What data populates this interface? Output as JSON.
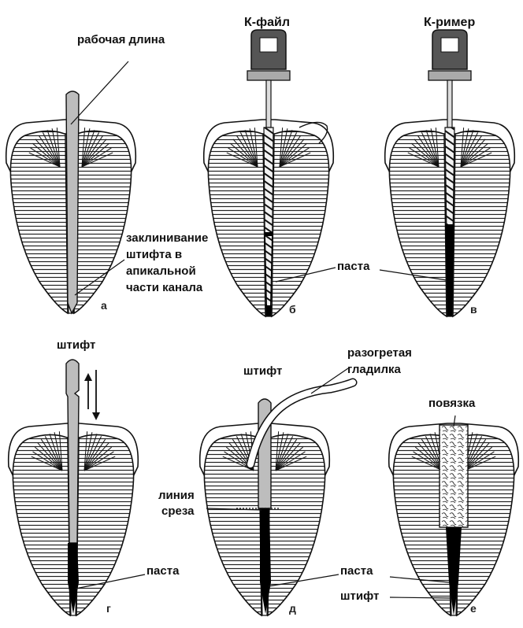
{
  "labels": {
    "working_length": "рабочая длина",
    "k_file": "К-файл",
    "k_reamer": "К-ример",
    "wedging_1": "заклинивание",
    "wedging_2": "штифта в",
    "wedging_3": "апикальной",
    "wedging_4": "части канала",
    "paste_b": "паста",
    "pin_g": "штифт",
    "heated_1": "разогретая",
    "heated_2": "гладилка",
    "pin_d": "штифт",
    "bandage": "повязка",
    "cut_1": "линия",
    "cut_2": "среза",
    "paste_g": "паста",
    "paste_d": "паста",
    "pin_e": "штифт"
  },
  "panel_letters": {
    "a": "а",
    "b": "б",
    "v": "в",
    "g": "г",
    "d": "д",
    "e": "е"
  },
  "colors": {
    "ink": "#111111",
    "enamel": "#ffffff",
    "paste": "#000000",
    "pin": "#bdbdbd"
  }
}
